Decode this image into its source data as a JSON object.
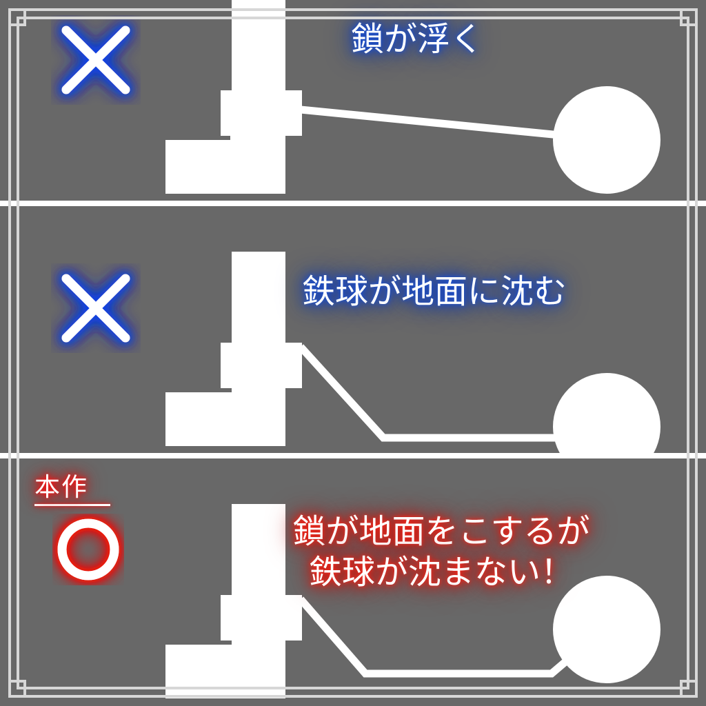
{
  "figure": {
    "background_color": "#686868",
    "ink_color": "#ffffff",
    "blue_glow_color": "#1444c8",
    "red_glow_color": "#ee1408"
  },
  "panels": [
    {
      "id": "panel-float",
      "verdict_mark": "cross-mark-icon",
      "verdict_meaning": "bad",
      "caption": "鎖が浮く",
      "caption_color": "#ffffff",
      "caption_glow": "#1444c8"
    },
    {
      "id": "panel-sink",
      "verdict_mark": "cross-mark-icon",
      "verdict_meaning": "bad",
      "caption": "鉄球が地面に沈む",
      "caption_color": "#ffffff",
      "caption_glow": "#1444c8"
    },
    {
      "id": "panel-correct",
      "verdict_mark": "circle-mark-icon",
      "verdict_meaning": "good",
      "badge_label": "本作",
      "caption": "鎖が地面をこするが\n鉄球が沈まない！",
      "caption_color": "#ffffff",
      "caption_glow": "#ee1408"
    }
  ]
}
